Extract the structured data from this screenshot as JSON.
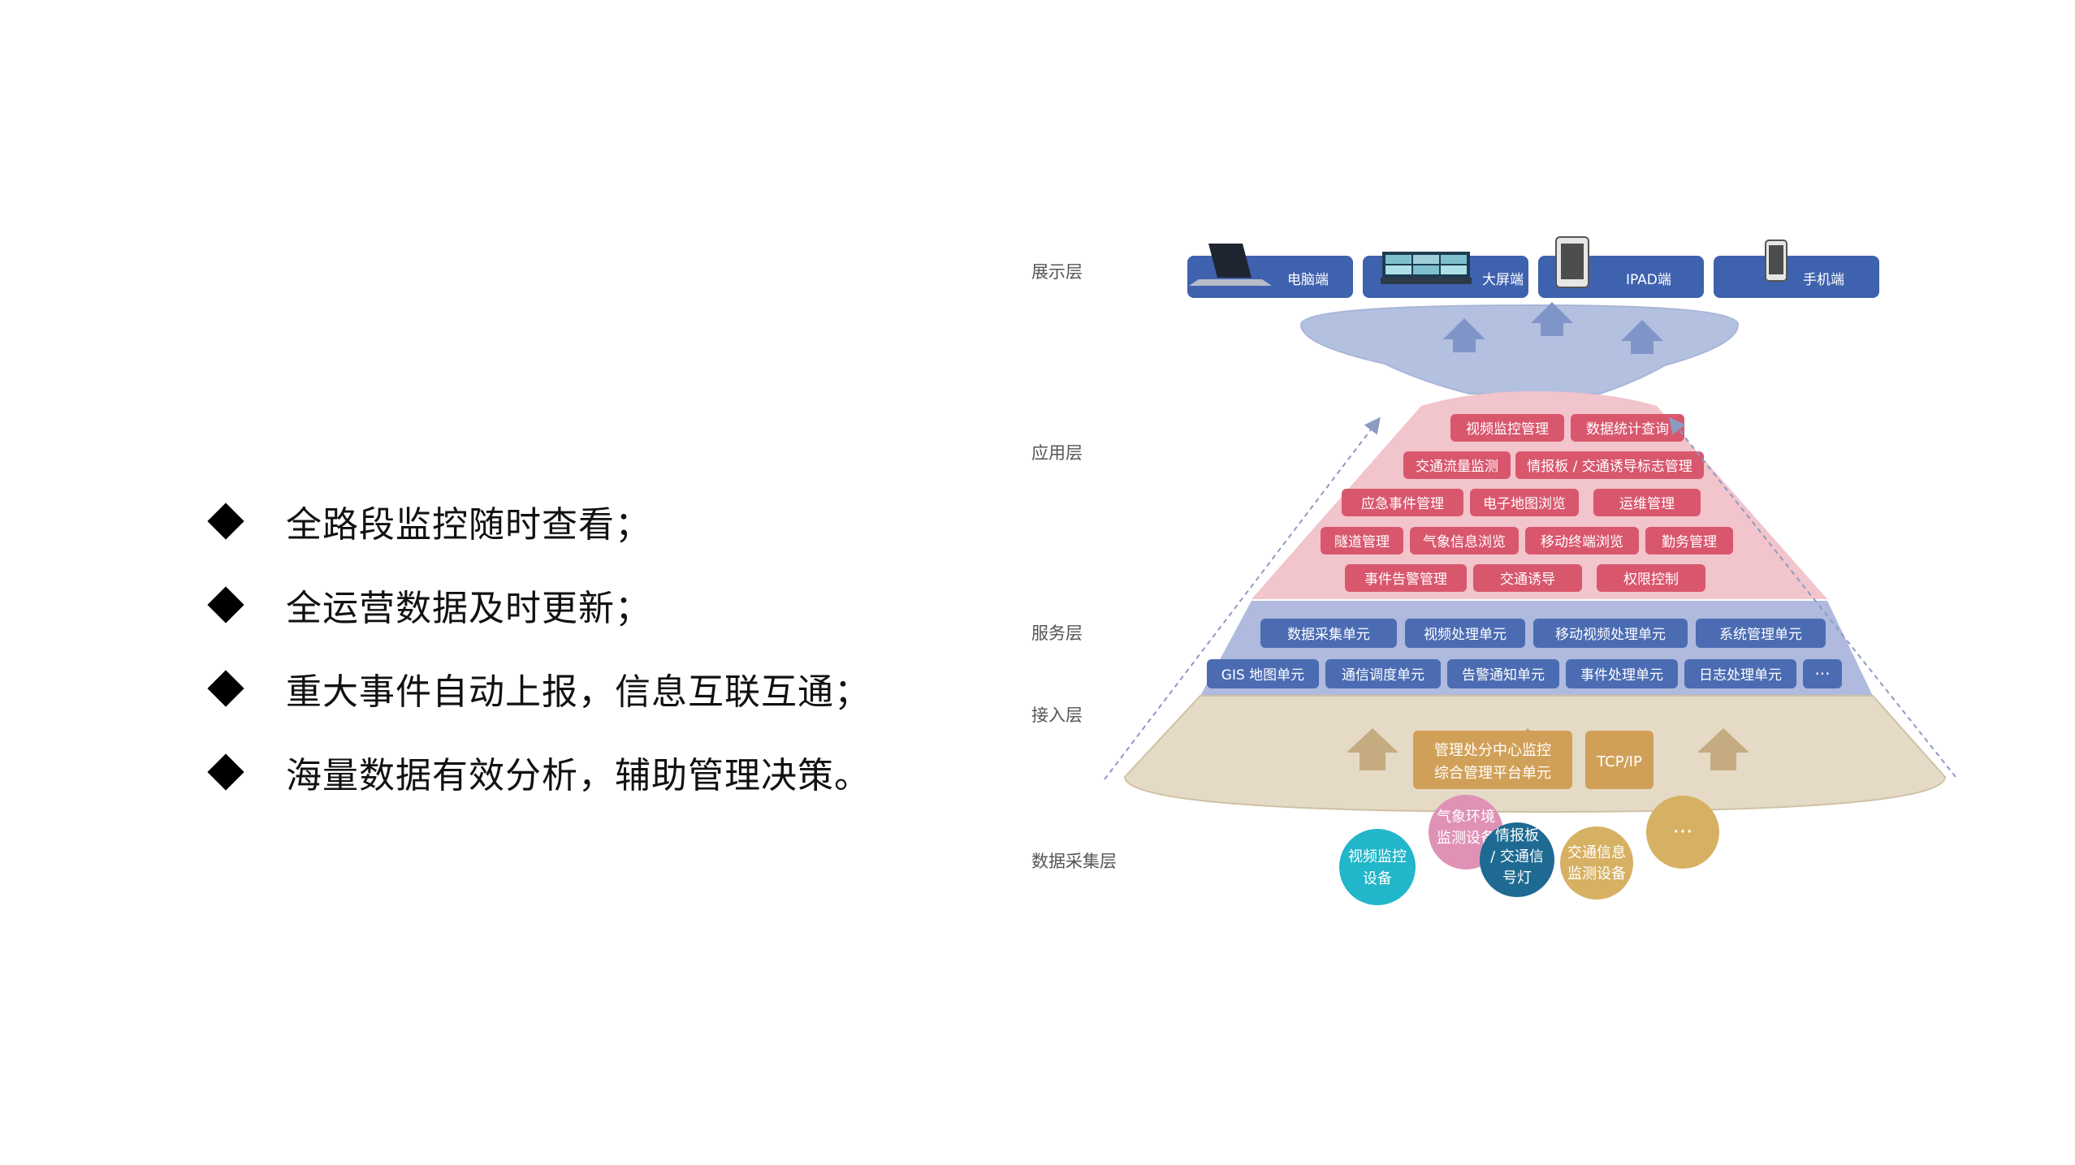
{
  "bullets": [
    "全路段监控随时查看；",
    "全运营数据及时更新；",
    "重大事件自动上报，信息互联互通；",
    "海量数据有效分析，辅助管理决策。"
  ],
  "diagram": {
    "layer_labels": {
      "display": "展示层",
      "application": "应用层",
      "service": "服务层",
      "access": "接入层",
      "collection": "数据采集层"
    },
    "devices": [
      {
        "label": "电脑端",
        "icon": "laptop-icon"
      },
      {
        "label": "大屏端",
        "icon": "big-screen-icon"
      },
      {
        "label": "IPAD端",
        "icon": "tablet-icon"
      },
      {
        "label": "手机端",
        "icon": "phone-icon"
      }
    ],
    "application_rows": [
      [
        "视频监控管理",
        "数据统计查询"
      ],
      [
        "交通流量监测",
        "情报板 / 交通诱导标志管理"
      ],
      [
        "应急事件管理",
        "电子地图浏览",
        "运维管理"
      ],
      [
        "隧道管理",
        "气象信息浏览",
        "移动终端浏览",
        "勤务管理"
      ],
      [
        "事件告警管理",
        "交通诱导",
        "权限控制"
      ]
    ],
    "service_rows": [
      [
        "数据采集单元",
        "视频处理单元",
        "移动视频处理单元",
        "系统管理单元"
      ],
      [
        "GIS 地图单元",
        "通信调度单元",
        "告警通知单元",
        "事件处理单元",
        "日志处理单元",
        "···"
      ]
    ],
    "access": {
      "platform_line1": "管理处分中心监控",
      "platform_line2": "综合管理平台单元",
      "protocol": "TCP/IP"
    },
    "collection_devices": [
      {
        "line1": "视频监控",
        "line2": "设备",
        "line3": ""
      },
      {
        "line1": "气象环境",
        "line2": "监测设备",
        "line3": ""
      },
      {
        "line1": "情报板",
        "line2": "/ 交通信",
        "line3": "号灯"
      },
      {
        "line1": "交通信息",
        "line2": "监测设备",
        "line3": ""
      },
      {
        "line1": "···",
        "line2": "",
        "line3": ""
      }
    ],
    "colors": {
      "device_bar": "#3F62AE",
      "funnel": "#B4C0E0",
      "application": "#F2C4CC",
      "app_chip": "#D9576D",
      "service": "#AFBADE",
      "service_chip": "#4B6CB3",
      "access": "#E5DAC6",
      "access_chip": "#D1A058",
      "circle_teal": "#21B6C9",
      "circle_pink": "#DF92B6",
      "circle_navy": "#1E6A92",
      "circle_gold": "#D7B163"
    }
  }
}
